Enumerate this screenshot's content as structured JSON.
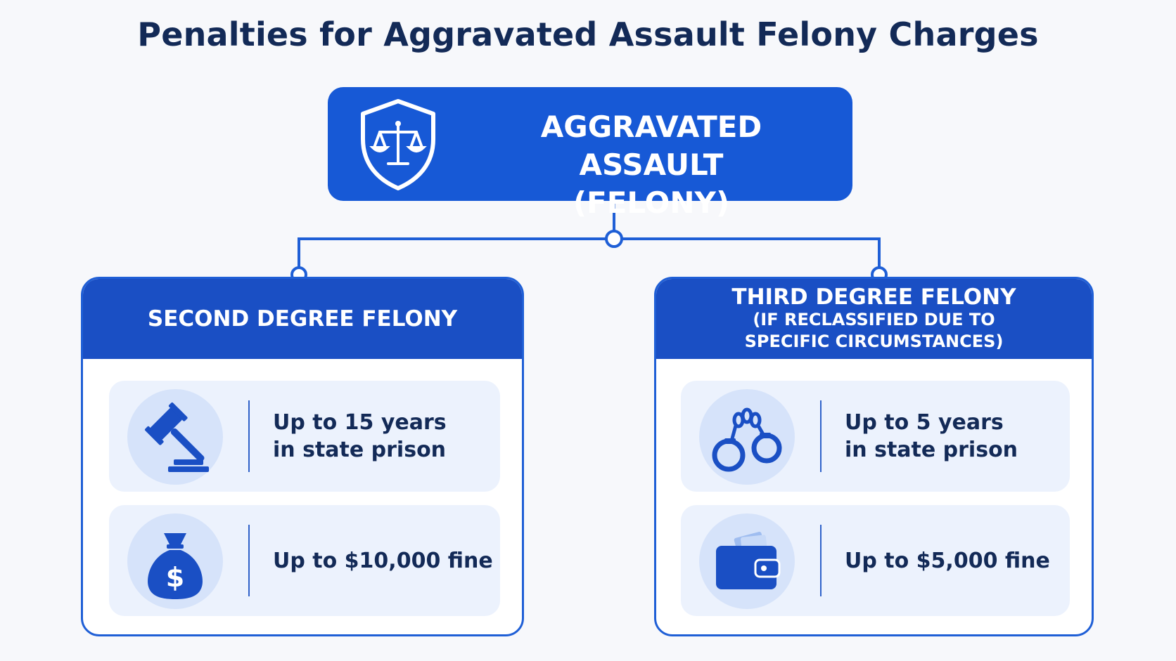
{
  "title": "Penalties for Aggravated Assault Felony Charges",
  "colors": {
    "primary": "#1759d6",
    "header": "#1a4fc4",
    "title_text": "#132a57",
    "row_bg": "#ecf2fd",
    "icon_bg": "#d6e3fa"
  },
  "root": {
    "line1": "AGGRAVATED ASSAULT",
    "line2": "(FELONY)",
    "icon": "shield-scales-icon"
  },
  "branches": [
    {
      "header": "SECOND DEGREE FELONY",
      "subheader_line1": "",
      "subheader_line2": "",
      "items": [
        {
          "icon": "gavel-icon",
          "line1": "Up to 15 years",
          "line2": "in state prison"
        },
        {
          "icon": "money-bag-icon",
          "line1": "Up to $10,000 fine",
          "line2": ""
        }
      ]
    },
    {
      "header": "THIRD DEGREE FELONY",
      "subheader_line1": "(IF RECLASSIFIED DUE TO",
      "subheader_line2": "SPECIFIC CIRCUMSTANCES)",
      "items": [
        {
          "icon": "handcuffs-icon",
          "line1": "Up to 5 years",
          "line2": "in state prison"
        },
        {
          "icon": "wallet-icon",
          "line1": "Up to $5,000 fine",
          "line2": ""
        }
      ]
    }
  ]
}
